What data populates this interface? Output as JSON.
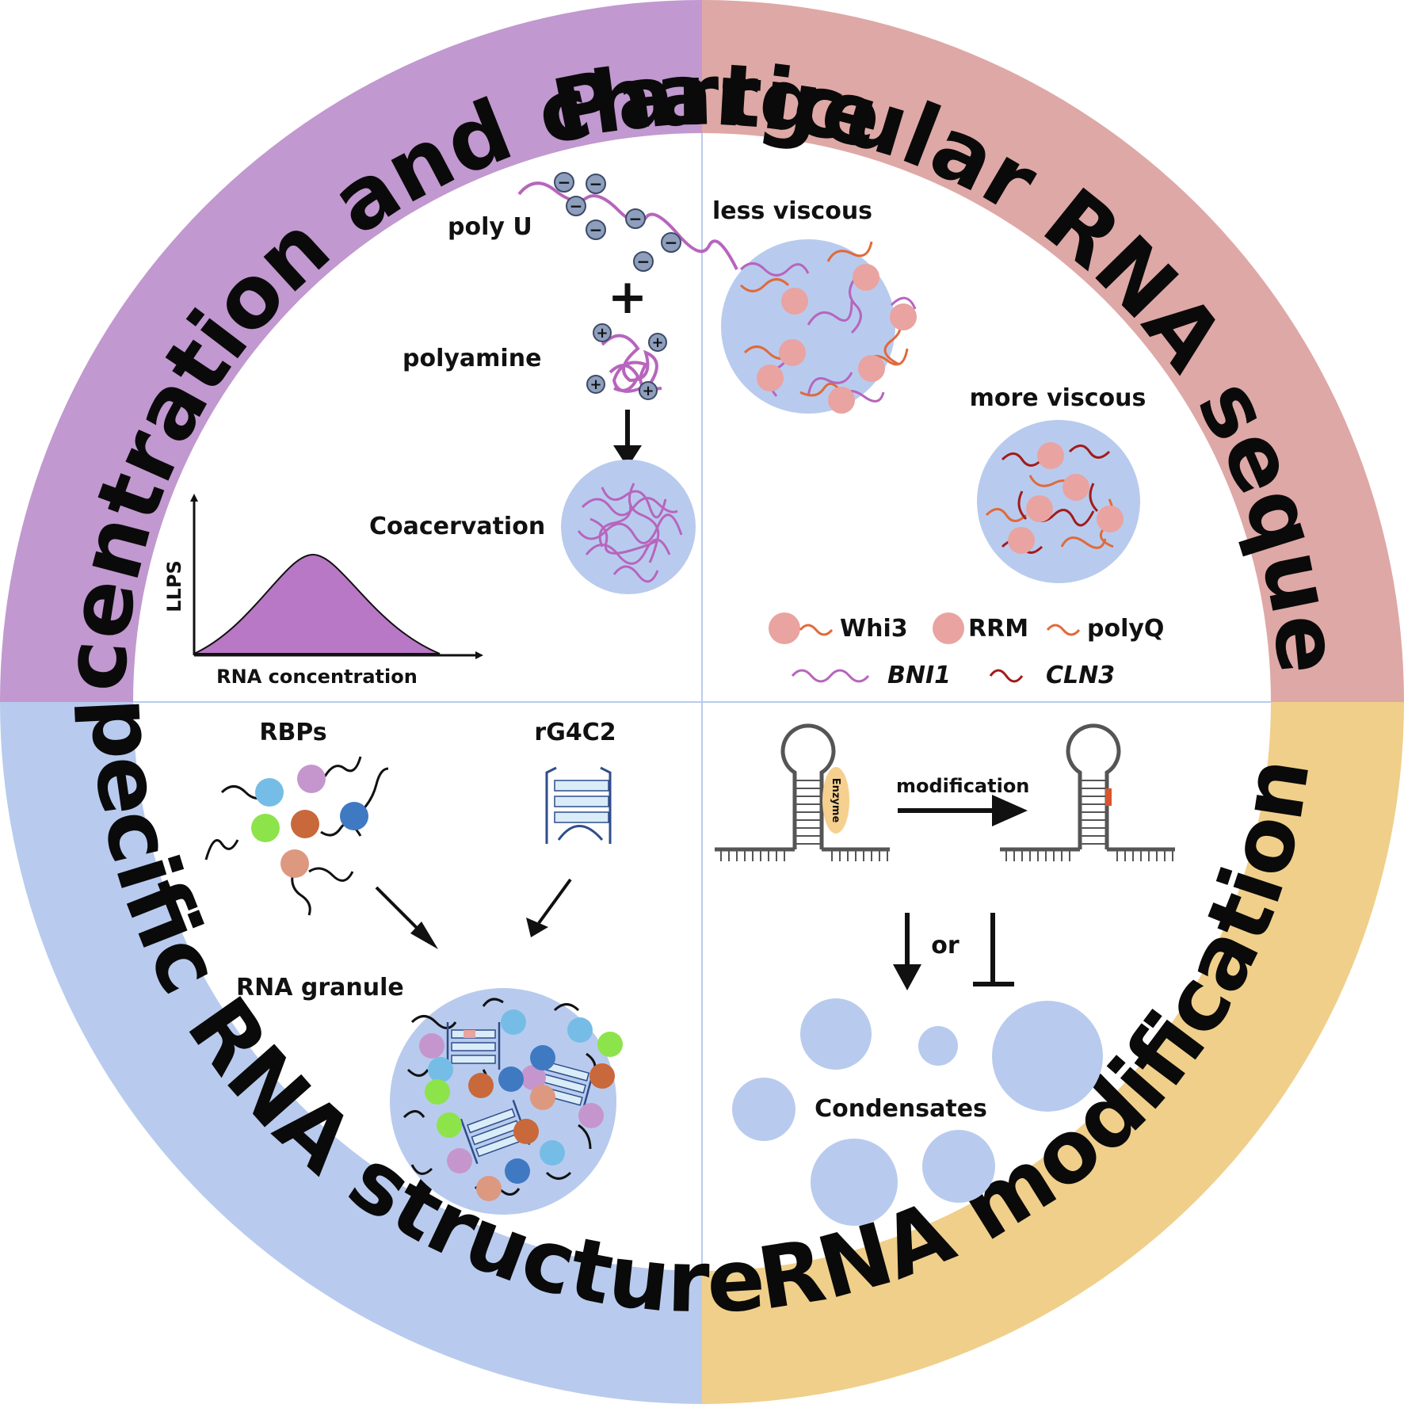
{
  "colors": {
    "top_left": "#c198cf",
    "top_right": "#dea8a6",
    "bottom_left": "#b8cbee",
    "bottom_right": "#f0cf8a",
    "droplet": "#b8cbee",
    "whi3_ball": "#e9a3a1",
    "polyq_orange": "#e06a3b",
    "bni1_purple": "#b765bd",
    "cln3_red": "#a21b1b",
    "charge_bead": "#8e9fbd",
    "curve_fill": "#b978c6"
  },
  "quadrants": {
    "top_left": {
      "title": "Concentration and charge",
      "poly_u": "poly U",
      "polyamine": "polyamine",
      "plus_sign": "+",
      "coacervation": "Coacervation",
      "llps_axis": "LLPS",
      "rna_concentration_axis": "RNA concentration",
      "minus_label": "−",
      "plus_label": "+"
    },
    "top_right": {
      "title": "Particular RNA sequence",
      "less_viscous": "less viscous",
      "more_viscous": "more viscous",
      "legend": {
        "whi3": "Whi3",
        "rrm": "RRM",
        "polyq": "polyQ",
        "bni1": "BNI1",
        "cln3": "CLN3"
      }
    },
    "bottom_left": {
      "title": "Specific RNA structure",
      "rbps": "RBPs",
      "rg4c2": "rG4C2",
      "rna_granule": "RNA granule"
    },
    "bottom_right": {
      "title": "RNA modification",
      "enzyme": "Enzyme",
      "modification": "modification",
      "or": "or",
      "condensates": "Condensates"
    }
  }
}
